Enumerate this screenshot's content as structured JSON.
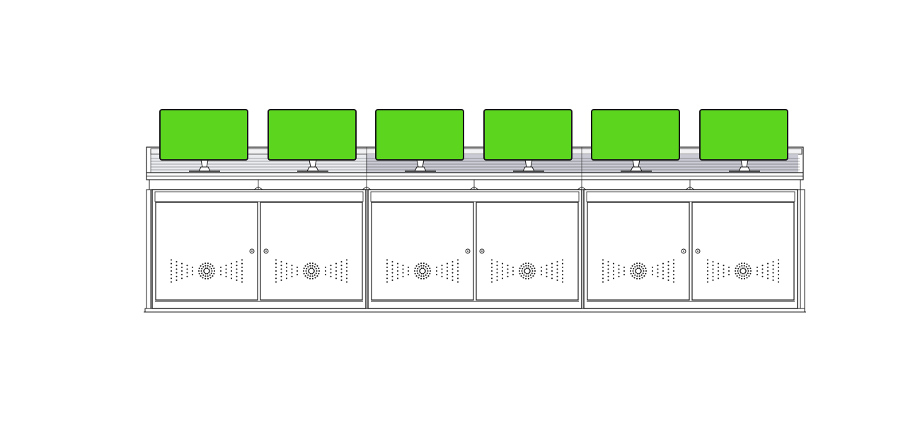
{
  "drawing": {
    "colors": {
      "screen": "#5bd51e",
      "outline": "#1a1a1a",
      "desk_top": "#c9cad3",
      "cabinet": "#ffffff",
      "background": "#ffffff"
    },
    "sections": [
      {
        "id": "section-1",
        "monitors": [
          "monitor-1",
          "monitor-2"
        ],
        "doors": [
          "door-1",
          "door-2"
        ]
      },
      {
        "id": "section-2",
        "monitors": [
          "monitor-3",
          "monitor-4"
        ],
        "doors": [
          "door-3",
          "door-4"
        ]
      },
      {
        "id": "section-3",
        "monitors": [
          "monitor-5",
          "monitor-6"
        ],
        "doors": [
          "door-5",
          "door-6"
        ]
      }
    ],
    "icons": {
      "door_knob": "door-knob-icon",
      "vent": "vent-perforation-icon",
      "stand": "monitor-stand-icon"
    }
  }
}
